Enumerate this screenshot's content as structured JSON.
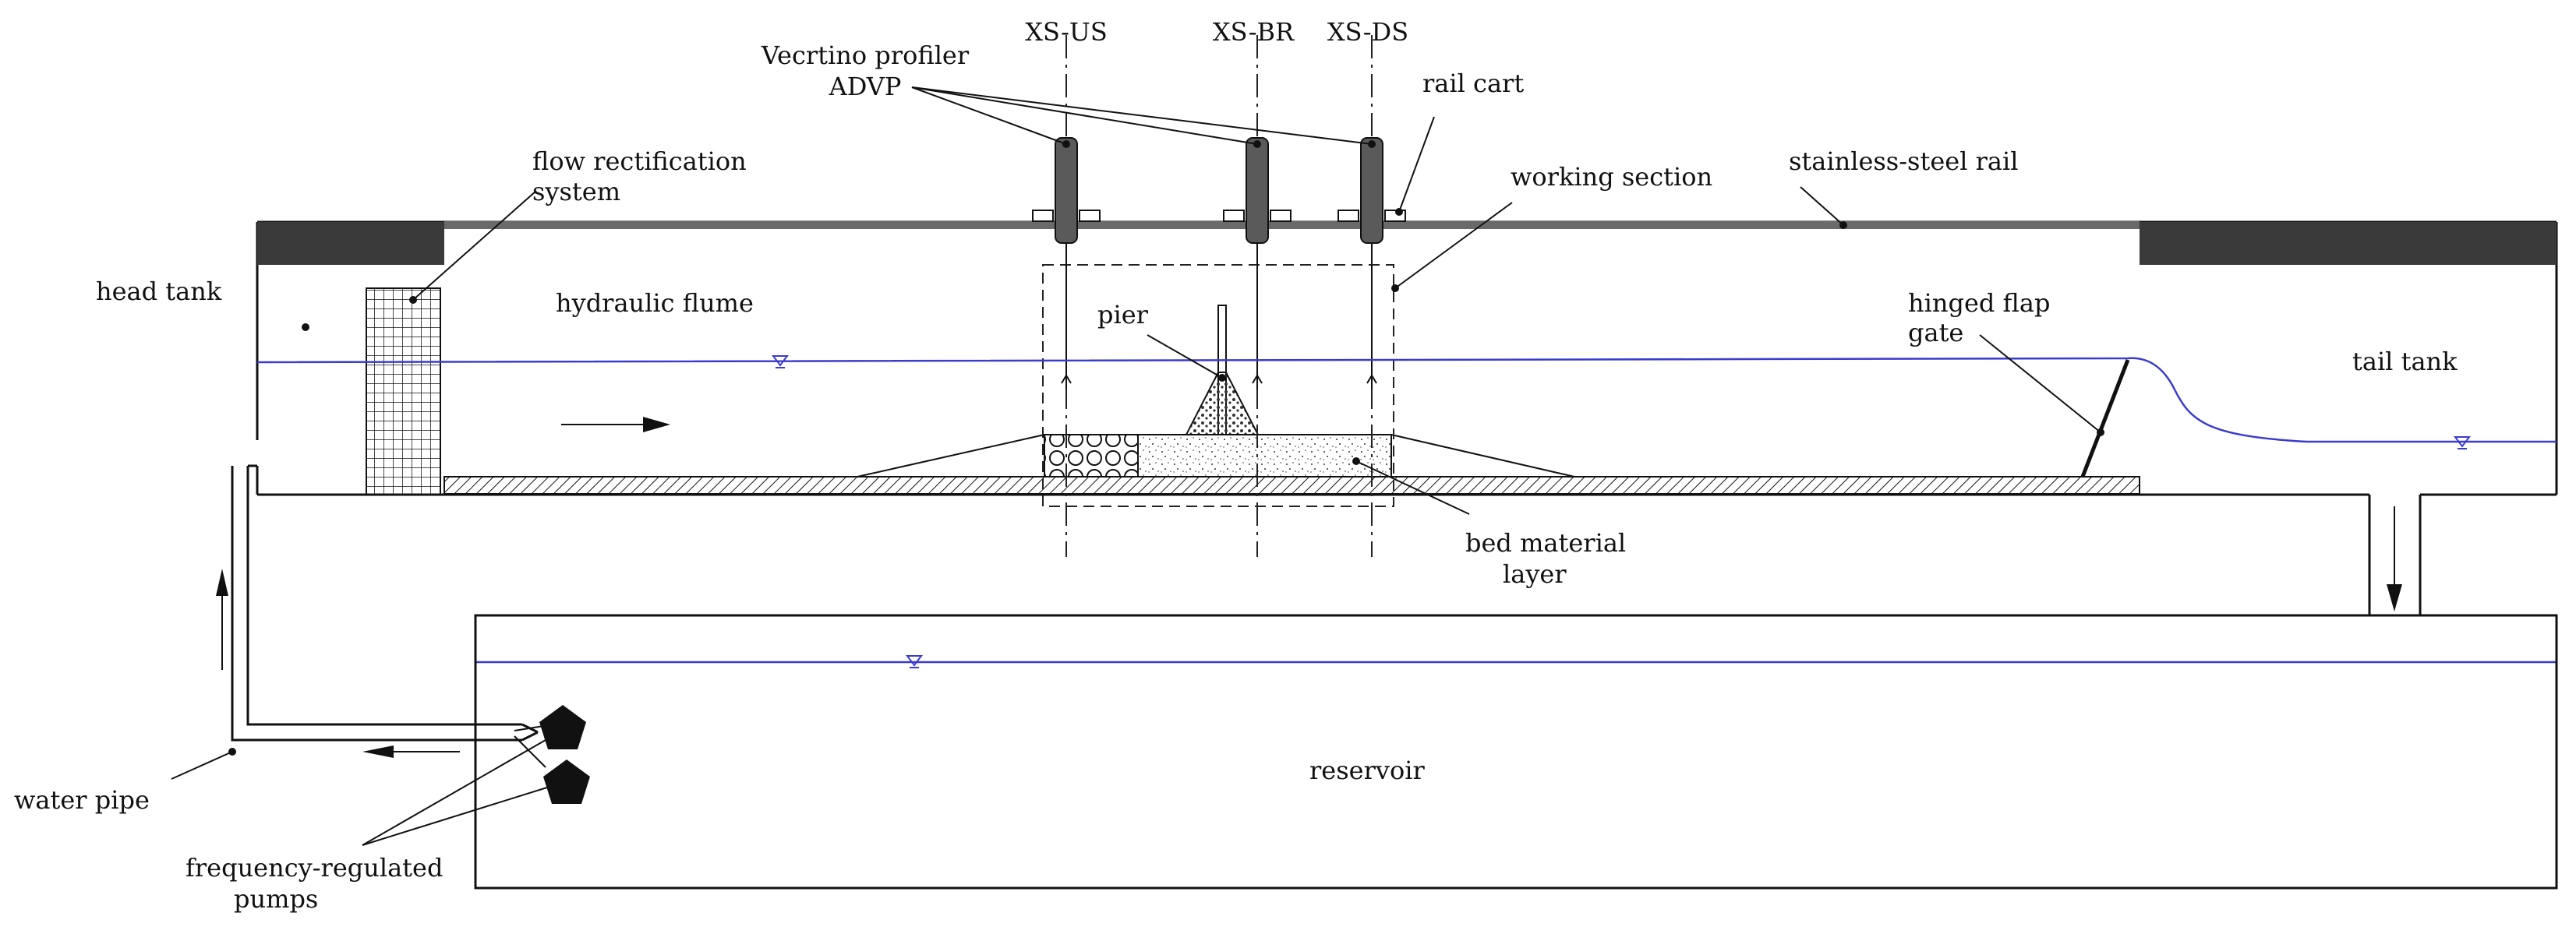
{
  "labels": {
    "xs_us": "XS-US",
    "xs_br": "XS-BR",
    "xs_ds": "XS-DS",
    "profiler_line1": "Vecrtino profiler",
    "profiler_line2": "ADVP",
    "rail_cart": "rail cart",
    "flow_rect_line1": "flow rectification",
    "flow_rect_line2": "system",
    "working_section": "working section",
    "stainless_rail": "stainless-steel rail",
    "head_tank": "head tank",
    "hydraulic_flume": "hydraulic flume",
    "pier": "pier",
    "hinged_line1": "hinged flap",
    "hinged_line2": "gate",
    "tail_tank": "tail tank",
    "bed_line1": "bed material",
    "bed_line2": "layer",
    "reservoir": "reservoir",
    "water_pipe": "water pipe",
    "pumps_line1": "frequency-regulated",
    "pumps_line2": "pumps"
  },
  "colors": {
    "line": "#111111",
    "water": "#3b3bcf",
    "dark_block": "#3a3a3a",
    "probe": "#5a5a5a"
  }
}
